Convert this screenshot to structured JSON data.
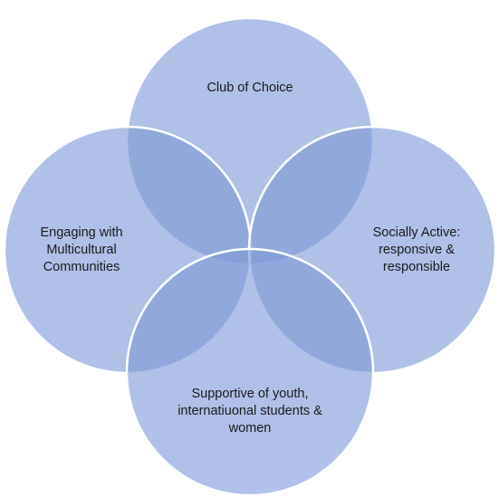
{
  "diagram": {
    "fill_color": "#7f9ad6",
    "outline_color": "#ffffff",
    "circles": [
      {
        "label": "Club of Choice"
      },
      {
        "label": "Engaging with\nMulticultural\nCommunities"
      },
      {
        "label": "Socially Active:\nresponsive &\nresponsible"
      },
      {
        "label": "Supportive of youth,\ninternatiuonal students &\nwomen"
      }
    ]
  }
}
